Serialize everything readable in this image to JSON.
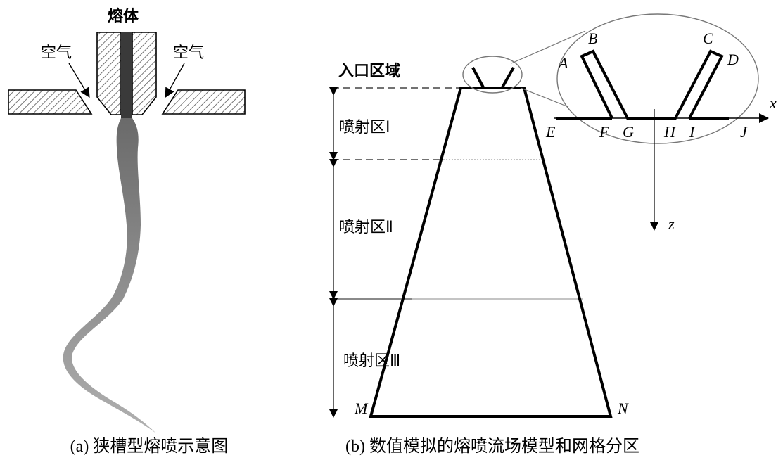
{
  "panel_a": {
    "melt_label": "熔体",
    "air_left": "空气",
    "air_right": "空气",
    "caption": "(a) 狭槽型熔喷示意图"
  },
  "panel_b": {
    "inlet_label": "入口区域",
    "zone_1": "喷射区Ⅰ",
    "zone_2": "喷射区Ⅱ",
    "zone_3": "喷射区Ⅲ",
    "corner_m": "M",
    "corner_n": "N",
    "axis_x": "x",
    "axis_z": "z",
    "points": [
      "A",
      "B",
      "C",
      "D",
      "E",
      "F",
      "G",
      "H",
      "I",
      "J"
    ],
    "caption": "(b) 数值模拟的熔喷流场模型和网格分区"
  }
}
